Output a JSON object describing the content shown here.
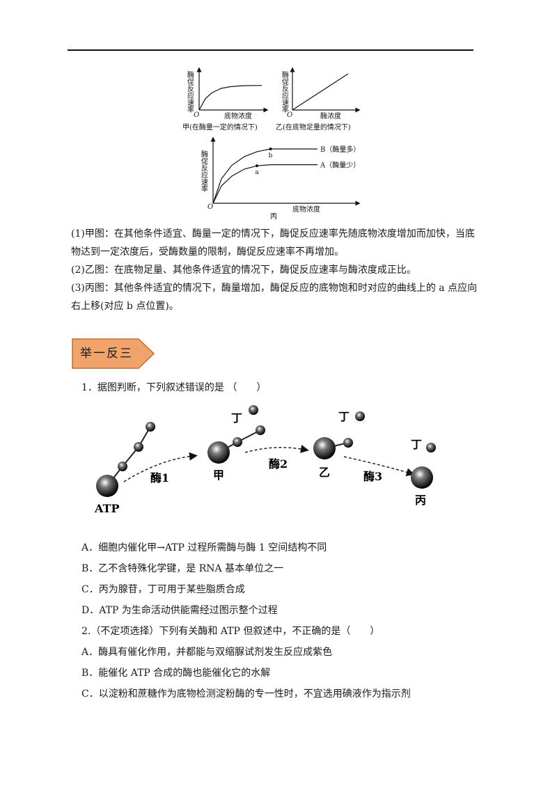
{
  "chart_data": [
    {
      "type": "line",
      "panel": "甲",
      "ylabel": "酶促反应速率",
      "xlabel": "底物浓度",
      "origin": "O",
      "caption": "甲(在酶量一定的情况下)",
      "series": [
        {
          "x": [
            0,
            0.1,
            0.2,
            0.35,
            0.5,
            0.7,
            1.0
          ],
          "y": [
            0,
            0.45,
            0.68,
            0.86,
            0.93,
            0.97,
            0.98
          ]
        }
      ]
    },
    {
      "type": "line",
      "panel": "乙",
      "ylabel": "酶促反应速率",
      "xlabel": "酶浓度",
      "origin": "O",
      "caption": "乙(在底物足量的情况下)",
      "series": [
        {
          "x": [
            0,
            1
          ],
          "y": [
            0,
            1
          ]
        }
      ]
    },
    {
      "type": "line",
      "panel": "丙",
      "ylabel": "酶促反应速率",
      "xlabel": "底物浓度",
      "origin": "O",
      "caption": "丙",
      "series": [
        {
          "name": "B（酶量多）",
          "point": "b",
          "x": [
            0,
            0.08,
            0.18,
            0.3,
            0.42,
            0.55,
            1.0
          ],
          "y": [
            0,
            0.45,
            0.7,
            0.86,
            0.95,
            1.0,
            1.0
          ]
        },
        {
          "name": "A（酶量少）",
          "point": "a",
          "x": [
            0,
            0.08,
            0.18,
            0.3,
            0.42,
            0.55,
            1.0
          ],
          "y": [
            0,
            0.32,
            0.5,
            0.63,
            0.69,
            0.71,
            0.71
          ]
        }
      ]
    }
  ],
  "paragraphs": [
    "(1)甲图：在其他条件适宜、酶量一定的情况下，酶促反应速率先随底物浓度增加而加快，当底",
    "物达到一定浓度后，受酶数量的限制，酶促反应速率不再增加。",
    "(2)乙图：在底物足量、其他条件适宜的情况下，酶促反应速率与酶浓度成正比。",
    "(3)丙图：其他条件适宜的情况下，酶量增加，酶促反应的底物饱和时对应的曲线上的 a 点应向",
    "右上移(对应 b 点位置)。"
  ],
  "section_badge": "举一反三",
  "q1": {
    "stem": "1．据图判断，下列叙述错误的是 （　　）",
    "diagram": {
      "atp": "ATP",
      "jia": "甲",
      "yi": "乙",
      "bing": "丙",
      "ding": "丁",
      "enzyme1": "酶1",
      "enzyme2": "酶2",
      "enzyme3": "酶3"
    },
    "options": [
      "A．细胞内催化甲→ATP 过程所需酶与酶 1 空间结构不同",
      "B．乙不含特殊化学键，是 RNA 基本单位之一",
      "C．丙为腺苷，丁可用于某些脂质合成",
      "D．ATP 为生命活动供能需经过图示整个过程"
    ]
  },
  "q2": {
    "stem": "2.（不定项选择）下列有关酶和 ATP 但叙述中，不正确的是（　　）",
    "options": [
      "A．酶具有催化作用，并都能与双缩脲试剂发生反应成紫色",
      "B．能催化 ATP 合成的酶也能催化它的水解",
      "C．以淀粉和蔗糖作为底物检测淀粉酶的专一性时，不宜选用碘液作为指示剂"
    ]
  }
}
